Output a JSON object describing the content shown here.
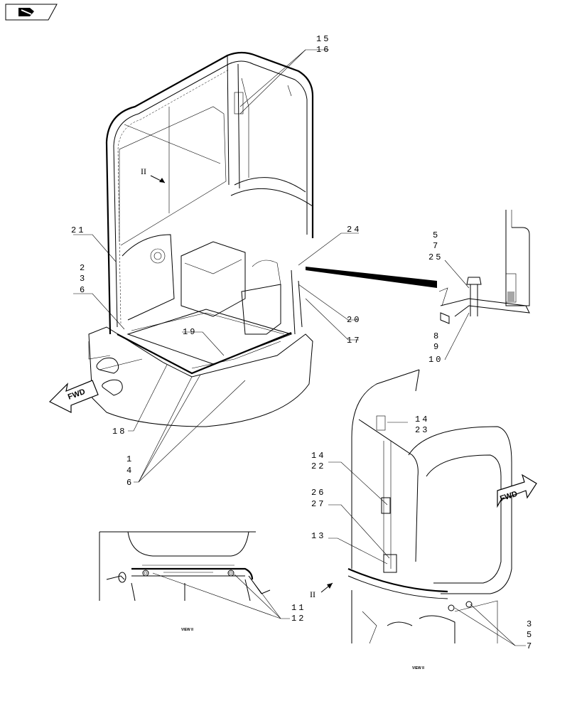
{
  "nav_icon": "back-arrow-icon",
  "callouts": {
    "c15": "15",
    "c16": "16",
    "c21": "21",
    "c2a": "2",
    "c3a": "3",
    "c6a": "6",
    "c24": "24",
    "c5a": "5",
    "c7a": "7",
    "c25": "25",
    "c20": "20",
    "c17": "17",
    "c19": "19",
    "c8": "8",
    "c9": "9",
    "c10": "10",
    "c18": "18",
    "c1": "1",
    "c4": "4",
    "c6b": "6",
    "c14a": "14",
    "c23": "23",
    "c14b": "14",
    "c22": "22",
    "c26": "26",
    "c27": "27",
    "c13": "13",
    "c11": "11",
    "c12": "12",
    "c3b": "3",
    "c5b": "5",
    "c7b": "7"
  },
  "view_markers": {
    "top": "II",
    "bottom": "II"
  },
  "view_labels": {
    "left": "VIEW II",
    "right": "VIEW II"
  },
  "fwd_labels": {
    "left": "FWD",
    "right": "FWD"
  }
}
